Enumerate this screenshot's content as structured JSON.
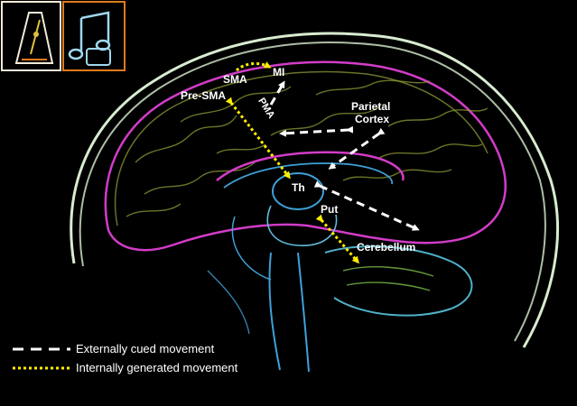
{
  "diagram": {
    "regions": {
      "sma": "SMA",
      "mi": "MI",
      "pre_sma": "Pre-SMA",
      "pma": "PMA",
      "parietal_line1": "Parietal",
      "parietal_line2": "Cortex",
      "thalamus": "Th",
      "putamen": "Put",
      "cerebellum": "Cerebellum"
    },
    "legend": {
      "external": "Externally cued movement",
      "internal": "Internally generated movement"
    },
    "icons": [
      "metronome-icon",
      "music-notes-icon"
    ]
  },
  "colors": {
    "background": "#000000",
    "external_arrow": "#ffffff",
    "internal_arrow": "#ffee00",
    "cortex_outline": "#d23cc8",
    "skull_outline": "#d8ecd0",
    "gyri": "#9aa23a",
    "inner_structures": "#3fa0d8",
    "icon_frame_left": "#f2ead8",
    "icon_frame_right": "#e07a1c"
  }
}
